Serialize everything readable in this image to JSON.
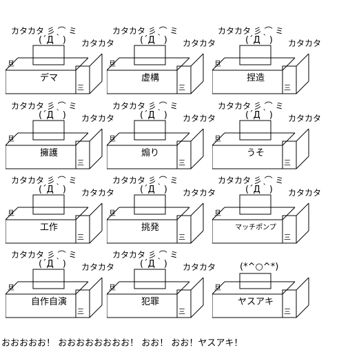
{
  "sound": "カタカタ",
  "panels": [
    {
      "label": "デマ",
      "variant": "normal"
    },
    {
      "label": "虚構",
      "variant": "normal"
    },
    {
      "label": "捏造",
      "variant": "normal"
    },
    {
      "label": "擁護",
      "variant": "normal"
    },
    {
      "label": "煽り",
      "variant": "normal"
    },
    {
      "label": "うそ",
      "variant": "normal"
    },
    {
      "label": "工作",
      "variant": "normal"
    },
    {
      "label": "挑発",
      "variant": "normal"
    },
    {
      "label": "マッチポンプ",
      "variant": "small"
    },
    {
      "label": "自作自演",
      "variant": "normal"
    },
    {
      "label": "犯罪",
      "variant": "normal"
    },
    {
      "label": "ヤスアキ",
      "variant": "final"
    }
  ],
  "motion_mark": "彡 ⌒ ミ",
  "face": "(´Д｀)",
  "final_face": "(*^○^*)",
  "footer_text": "おおおおお！ おおおおおおおお！ おお！ おお！ヤスアキ！"
}
